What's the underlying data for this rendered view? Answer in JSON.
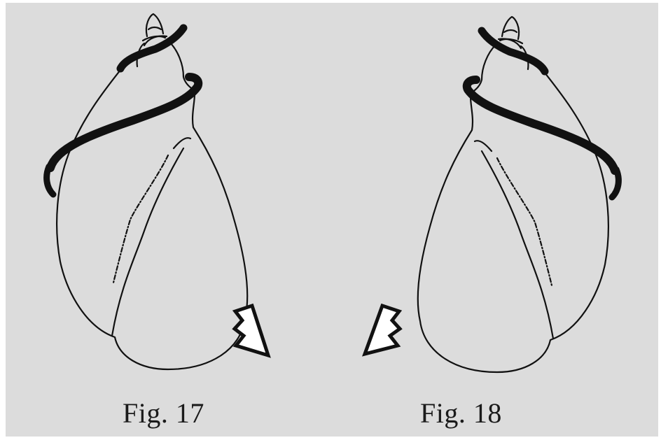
{
  "figures": [
    {
      "caption": "Fig. 17",
      "shell": "dextral",
      "arrow_direction": "right"
    },
    {
      "caption": "Fig. 18",
      "shell": "sinistral",
      "arrow_direction": "left"
    }
  ],
  "colors": {
    "paper": "#dcdcdc",
    "ink": "#111111",
    "border": "#ffffff"
  }
}
